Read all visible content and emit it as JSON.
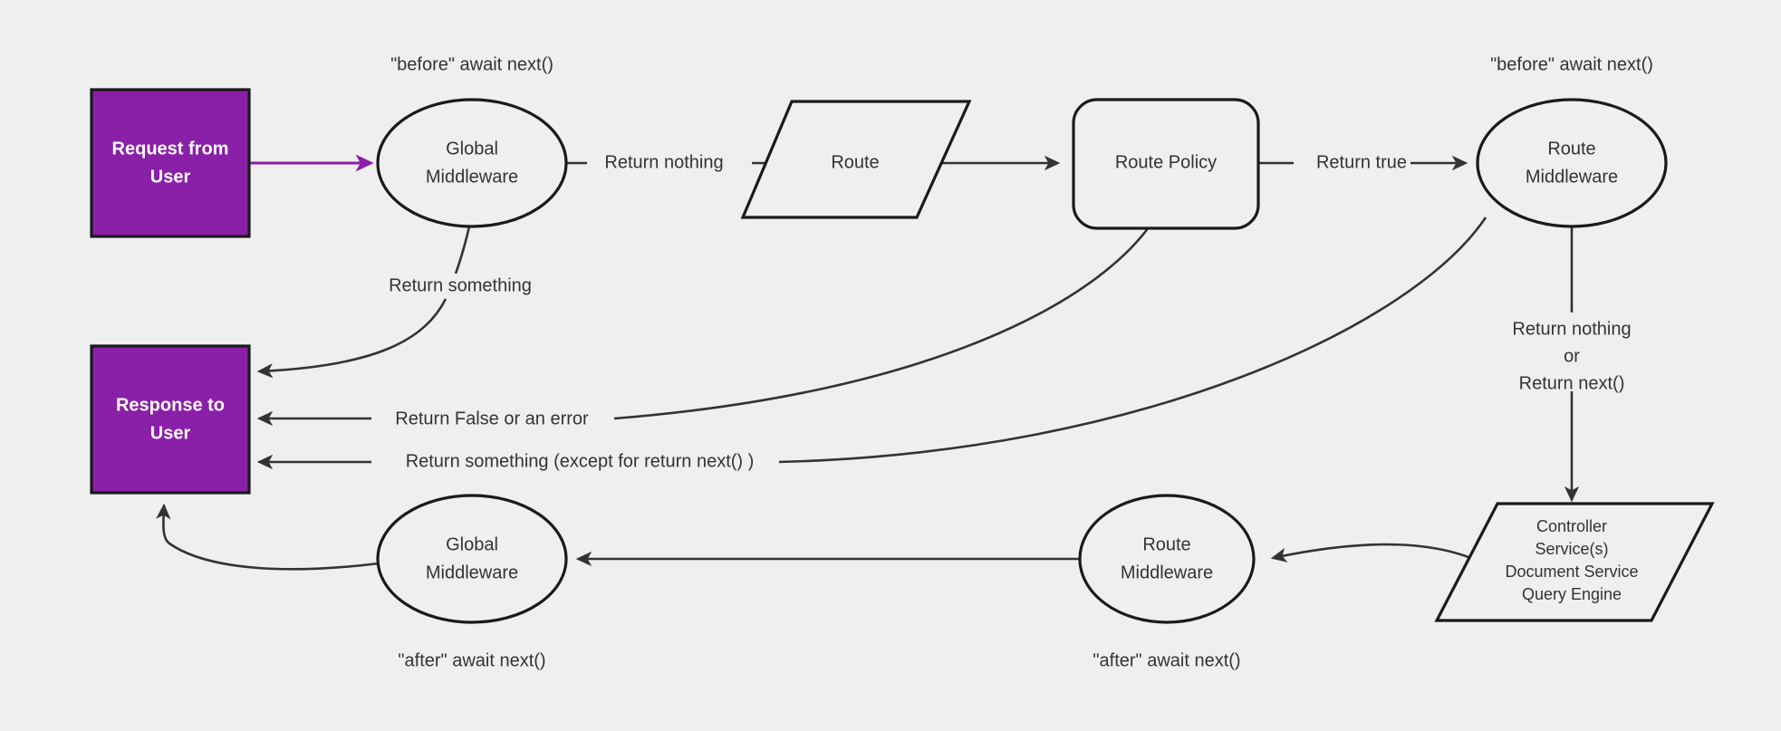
{
  "diagram": {
    "background_color": "#efefef",
    "stroke_color": "#333333",
    "accent_color": "#8a1fa8",
    "nodes": {
      "request_from_user": {
        "line1": "Request from",
        "line2": "User"
      },
      "response_to_user": {
        "line1": "Response to",
        "line2": "User"
      },
      "global_middleware_before": {
        "line1": "Global",
        "line2": "Middleware"
      },
      "route": {
        "line1": "Route"
      },
      "route_policy": {
        "line1": "Route Policy"
      },
      "route_middleware_before": {
        "line1": "Route",
        "line2": "Middleware"
      },
      "controller": {
        "line1": "Controller",
        "line2": "Service(s)",
        "line3": "Document Service",
        "line4": "Query Engine"
      },
      "route_middleware_after": {
        "line1": "Route",
        "line2": "Middleware"
      },
      "global_middleware_after": {
        "line1": "Global",
        "line2": "Middleware"
      }
    },
    "annotations": {
      "before_await_next_global": "\"before\" await next()",
      "before_await_next_route": "\"before\" await next()",
      "after_await_next_global": "\"after\" await next()",
      "after_await_next_route": "\"after\" await next()"
    },
    "edge_labels": {
      "return_nothing": "Return nothing",
      "return_true": "Return true",
      "return_something": "Return something",
      "return_false_or_error": "Return False or an error",
      "return_something_except_next": "Return something (except for return next() )",
      "return_nothing_or_next_l1": "Return nothing",
      "return_nothing_or_next_l2": "or",
      "return_nothing_or_next_l3": "Return next()"
    }
  }
}
